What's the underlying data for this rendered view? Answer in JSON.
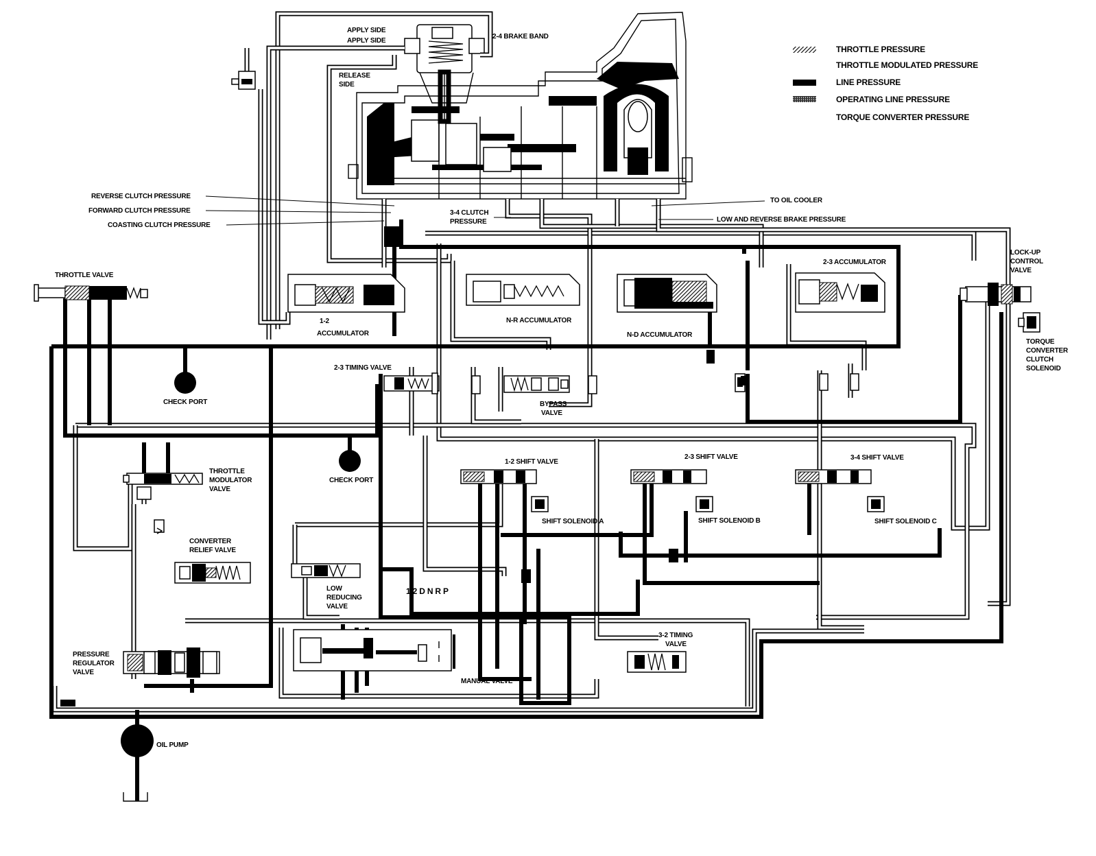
{
  "legend": [
    {
      "label": "THROTTLE PRESSURE",
      "swatch": "hatch"
    },
    {
      "label": "THROTTLE MODULATED PRESSURE",
      "swatch": "none"
    },
    {
      "label": "LINE PRESSURE",
      "swatch": "solid"
    },
    {
      "label": "OPERATING LINE PRESSURE",
      "swatch": "dark"
    },
    {
      "label": "TORQUE CONVERTER PRESSURE",
      "swatch": "none"
    }
  ],
  "labels": {
    "apply_side_1": "APPLY SIDE",
    "apply_side_2": "APPLY SIDE",
    "brake_band": "2-4 BRAKE BAND",
    "release_side_1": "RELEASE",
    "release_side_2": "SIDE",
    "reverse_clutch": "REVERSE CLUTCH PRESSURE",
    "forward_clutch": "FORWARD CLUTCH PRESSURE",
    "coasting_clutch": "COASTING CLUTCH PRESSURE",
    "clutch_34_1": "3-4 CLUTCH",
    "clutch_34_2": "PRESSURE",
    "oil_cooler": "TO OIL COOLER",
    "low_reverse_brake": "LOW AND REVERSE BRAKE PRESSURE",
    "lockup_1": "LOCK-UP",
    "lockup_2": "CONTROL",
    "lockup_3": "VALVE",
    "throttle_valve": "THROTTLE VALVE",
    "accum_12_1": "1-2",
    "accum_12_2": "ACCUMULATOR",
    "nr_accum": "N-R ACCUMULATOR",
    "nd_accum": "N-D ACCUMULATOR",
    "accum_23": "2-3 ACCUMULATOR",
    "tcc_1": "TORQUE",
    "tcc_2": "CONVERTER",
    "tcc_3": "CLUTCH",
    "tcc_4": "SOLENOID",
    "timing_23": "2-3 TIMING VALVE",
    "check_port_1": "CHECK PORT",
    "bypass_1": "BYPASS",
    "bypass_2": "VALVE",
    "check_port_2": "CHECK PORT",
    "tmv_1": "THROTTLE",
    "tmv_2": "MODULATOR",
    "tmv_3": "VALVE",
    "shift_12": "1-2 SHIFT VALVE",
    "shift_23": "2-3 SHIFT VALVE",
    "shift_34": "3-4 SHIFT VALVE",
    "sol_a": "SHIFT SOLENOID A",
    "sol_b": "SHIFT SOLENOID B",
    "sol_c": "SHIFT SOLENOID C",
    "crv_1": "CONVERTER",
    "crv_2": "RELIEF VALVE",
    "lrv_1": "LOW",
    "lrv_2": "REDUCING",
    "lrv_3": "VALVE",
    "gears": "1 2 D N R P",
    "prv_1": "PRESSURE",
    "prv_2": "REGULATOR",
    "prv_3": "VALVE",
    "manual_valve": "MANUAL VALVE",
    "timing_32_1": "3-2 TIMING",
    "timing_32_2": "VALVE",
    "oil_pump": "OIL PUMP"
  }
}
